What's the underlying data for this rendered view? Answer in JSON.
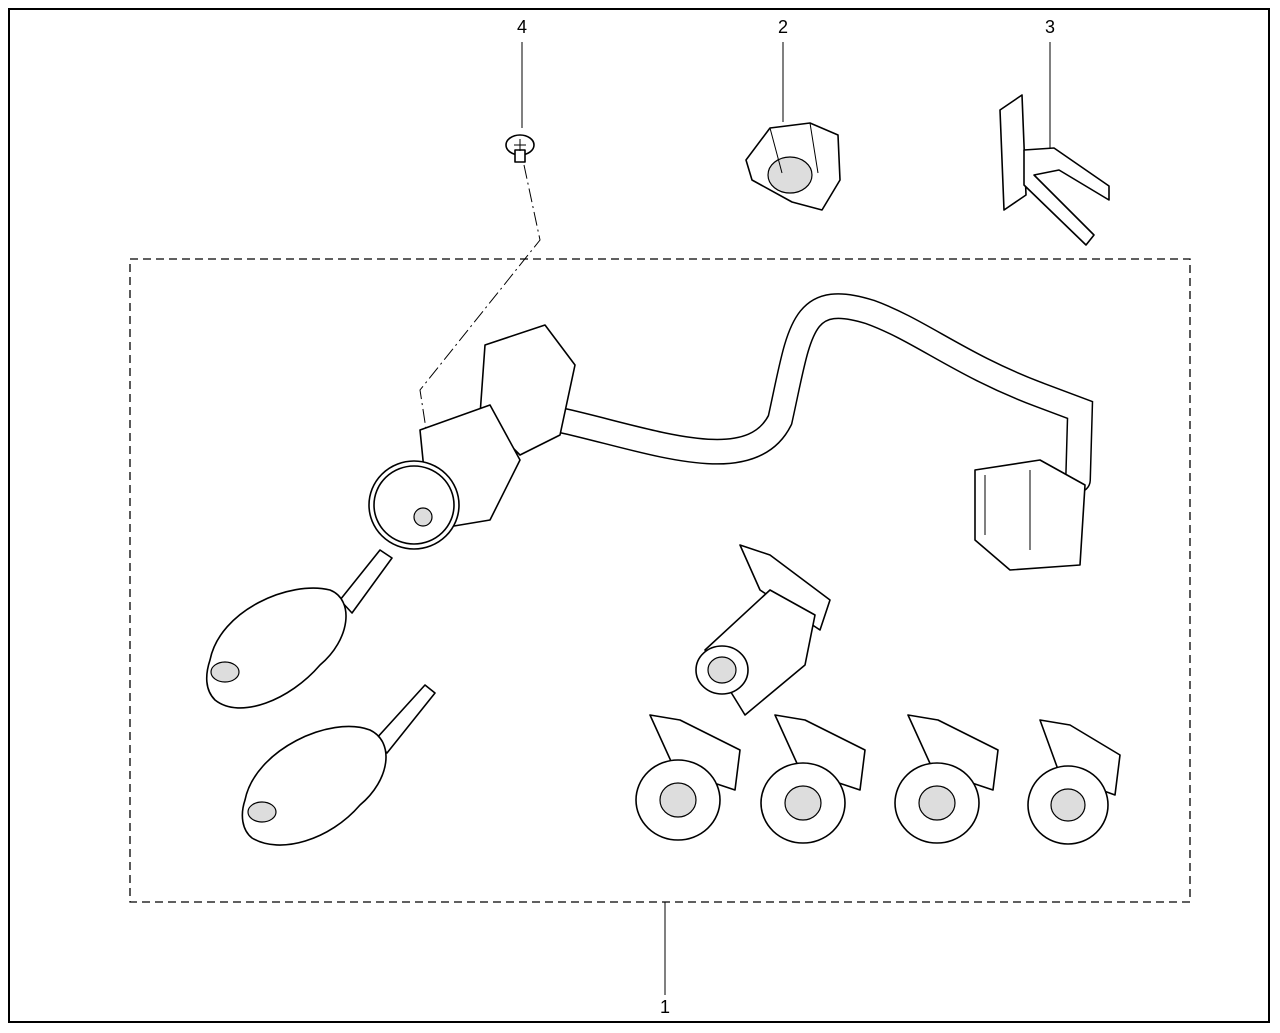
{
  "diagram": {
    "callouts": [
      {
        "id": "1",
        "label": "1",
        "part": "lock-set"
      },
      {
        "id": "2",
        "label": "2",
        "part": "clip"
      },
      {
        "id": "3",
        "label": "3",
        "part": "bracket"
      },
      {
        "id": "4",
        "label": "4",
        "part": "screw"
      }
    ]
  }
}
